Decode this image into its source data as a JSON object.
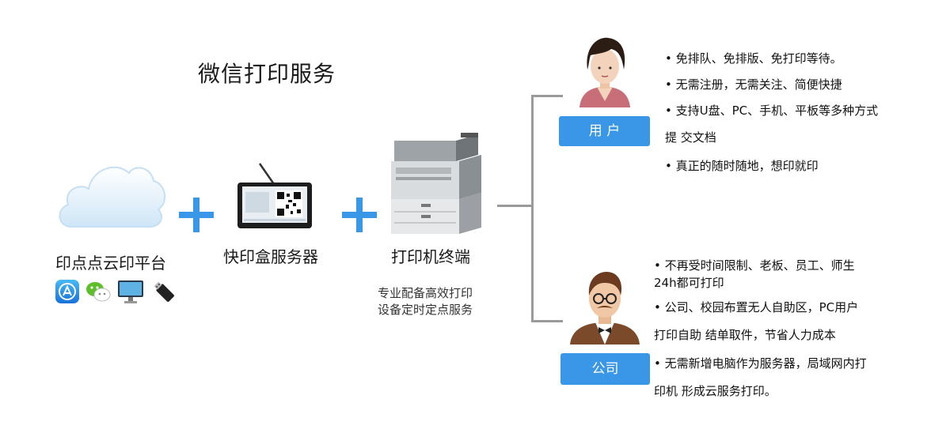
{
  "title": "微信打印服务",
  "platform": {
    "label": "印点点云印平台",
    "icons": [
      "app-store-icon",
      "wechat-icon",
      "monitor-icon",
      "usb-drive-icon"
    ]
  },
  "box": {
    "label": "快印盒服务器"
  },
  "printer": {
    "label": "打印机终端",
    "desc_lines": [
      "专业配备高效打印",
      "设备定时定点服务"
    ]
  },
  "user": {
    "tag": "用 户",
    "bullets": [
      "• 免排队、免排版、免打印等待。",
      "• 无需注册，无需关注、简便快捷",
      "• 支持U盘、PC、手机、平板等多种方式",
      "提 交文档",
      "• 真正的随时随地，想印就印"
    ]
  },
  "company": {
    "tag": "公司",
    "bullets": [
      "• 不再受时间限制、老板、员工、师生",
      "24h都可打印",
      "• 公司、校园布置无人自助区，PC用户",
      "打印自助 结单取件，节省人力成本",
      "• 无需新增电脑作为服务器，局域网内打",
      "印机 形成云服务打印。"
    ]
  },
  "colors": {
    "accent": "#3a96e6",
    "connector": "#9a9a9a"
  }
}
